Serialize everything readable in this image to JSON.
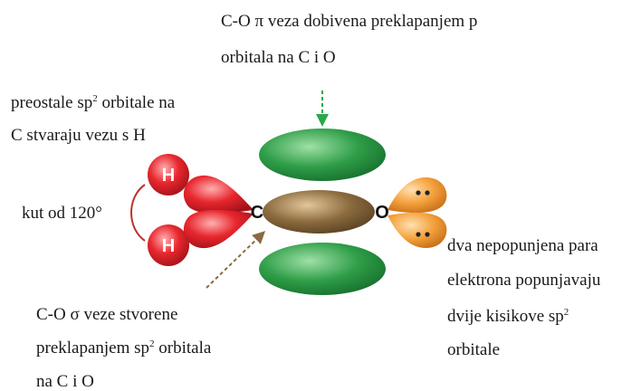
{
  "top_label": {
    "line1": "C-O π veza dobivena preklapanjem p",
    "line2": "orbitala na C i O"
  },
  "sp2_h_label": {
    "line1_pre": "preostale sp",
    "line1_sup": "2",
    "line1_post": " orbitale na",
    "line2": "C stvaraju vezu s H"
  },
  "angle_label": "kut od 120°",
  "sigma_label": {
    "line1": "C-O σ veze stvorene",
    "line2_pre": "preklapanjem sp",
    "line2_sup": "2",
    "line2_post": " orbitala",
    "line3": "na C i O"
  },
  "lone_pair_label": {
    "line1": "dva nepopunjena para",
    "line2": "elektrona popunjavaju",
    "line3_pre": "dvije kisikove sp",
    "line3_sup": "2",
    "line4": "orbitale"
  },
  "atoms": {
    "h_top": "H",
    "h_bottom": "H",
    "carbon": "C",
    "oxygen": "O"
  },
  "colors": {
    "green_arrow": "#2aa84a",
    "brown_arrow": "#8a6a44",
    "pi_lobe": "#2f9e48",
    "sigma_bond": "#8b6b3e",
    "hydrogen": "#e8272e",
    "oxygen_lobe": "#f4a13c"
  }
}
